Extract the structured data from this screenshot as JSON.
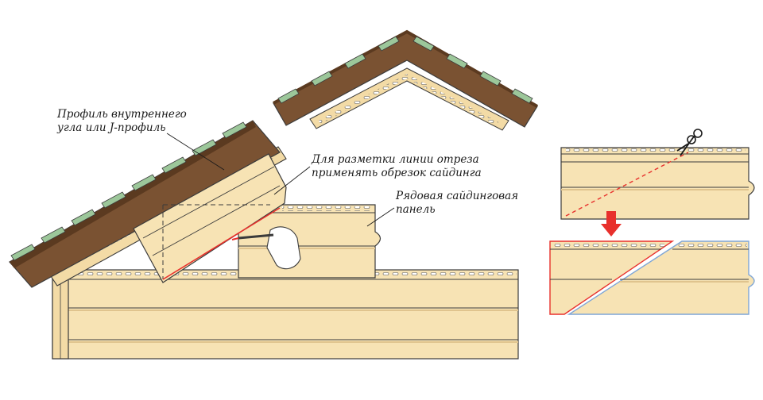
{
  "labels": {
    "corner_profile_line1": "Профиль внутреннего",
    "corner_profile_line2": "угла или J-профиль",
    "marking_line1": "Для разметки линии отреза",
    "marking_line2": "применять обрезок сайдинга",
    "panel_line1": "Рядовая сайдинговая",
    "panel_line2": "панель"
  },
  "colors": {
    "siding": "#f7e3b4",
    "siding_shadow": "#e0c48e",
    "outline": "#3b3b3b",
    "roof": "#7a5232",
    "roof_dark": "#5b3a20",
    "ridge_tiles": "#9cc79a",
    "cut_line": "#e8302c",
    "arrow": "#e8302c",
    "blue_edge": "#7fa6d6"
  },
  "icons": [
    "scissors-icon",
    "pencil-hand-icon",
    "down-arrow-icon"
  ]
}
